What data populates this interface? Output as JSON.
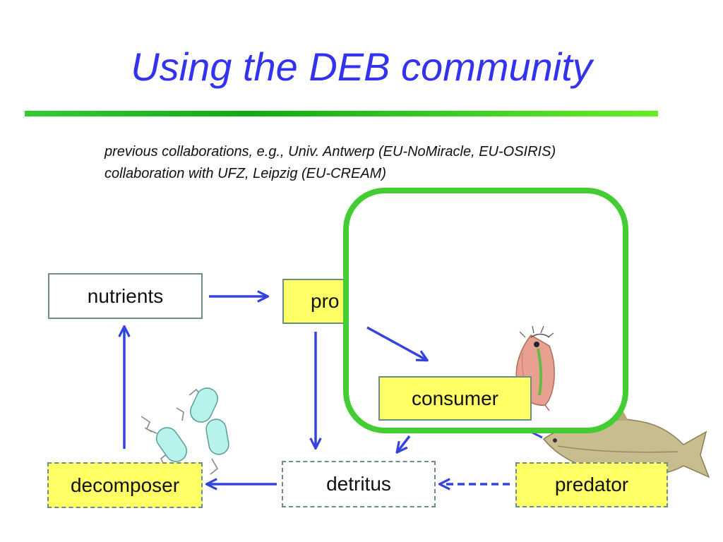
{
  "slide": {
    "title": "Using the DEB community",
    "notes": [
      "previous collaborations, e.g., Univ. Antwerp (EU-NoMiracle, EU-OSIRIS)",
      "collaboration with UFZ, Leipzig (EU-CREAM)"
    ]
  },
  "diagram": {
    "nodes": {
      "nutrients": "nutrients",
      "producer": "pro",
      "consumer": "consumer",
      "decomposer": "decomposer",
      "detritus": "detritus",
      "predator": "predator"
    },
    "colors": {
      "title": "#3333ee",
      "arrow": "#3344dd",
      "highlight": "#44cc33",
      "box_fill": "#ffff66",
      "box_border": "#6e8c8c"
    },
    "icons": [
      "bacteria-illustration",
      "daphnia-illustration",
      "fish-illustration"
    ]
  }
}
